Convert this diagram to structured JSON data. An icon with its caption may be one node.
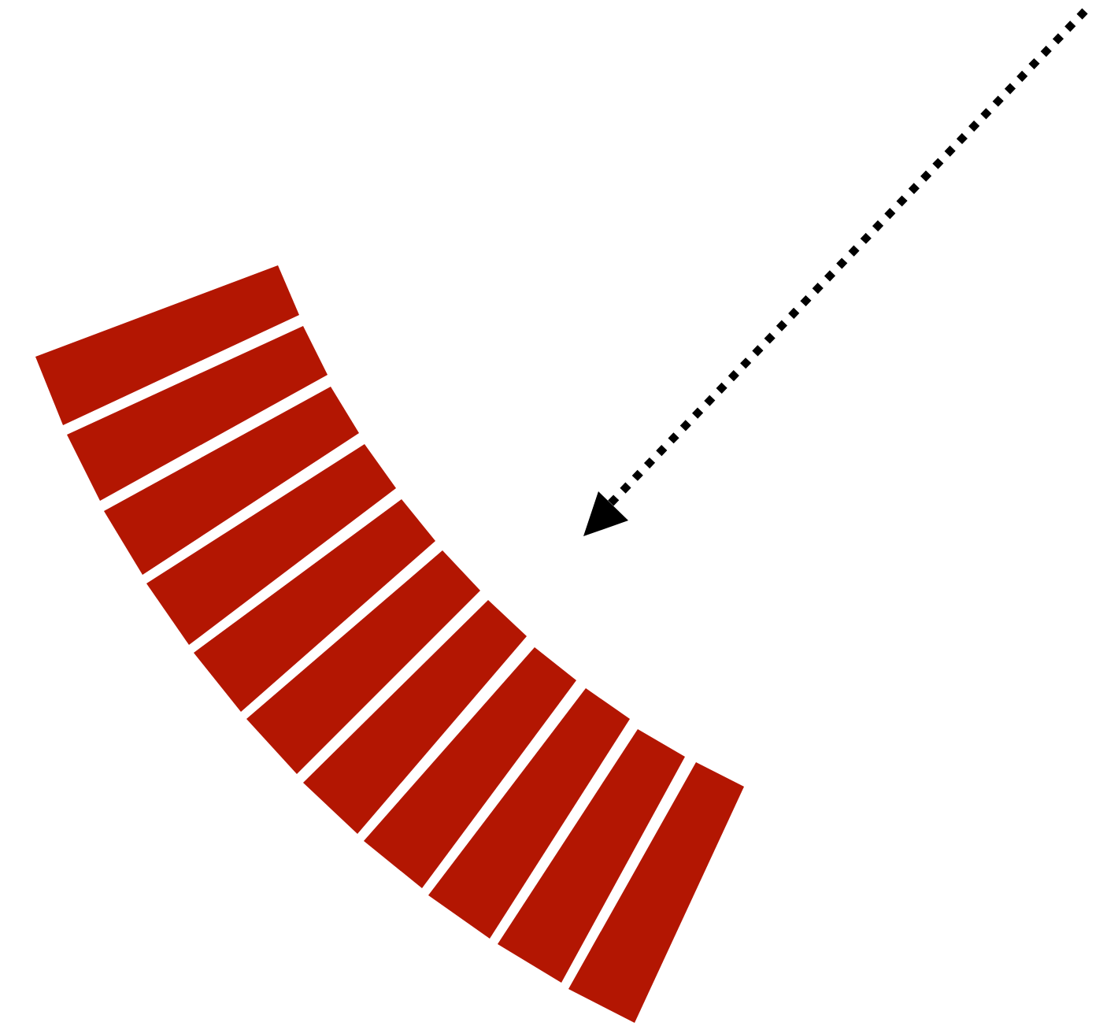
{
  "diagram": {
    "nodes": [
      {
        "text": [],
        "shape": "bar"
      },
      {
        "text": [],
        "shape": "bar"
      },
      {
        "text": [],
        "shape": "bar"
      },
      {
        "text": [],
        "shape": "bar"
      },
      {
        "text": [],
        "shape": "bar"
      },
      {
        "text": [],
        "shape": "bar"
      },
      {
        "text": [],
        "shape": "bar"
      },
      {
        "text": [],
        "shape": "bar"
      },
      {
        "text": [],
        "shape": "bar"
      },
      {
        "text": [],
        "shape": "bar"
      },
      {
        "text": [],
        "shape": "bar"
      }
    ]
  }
}
